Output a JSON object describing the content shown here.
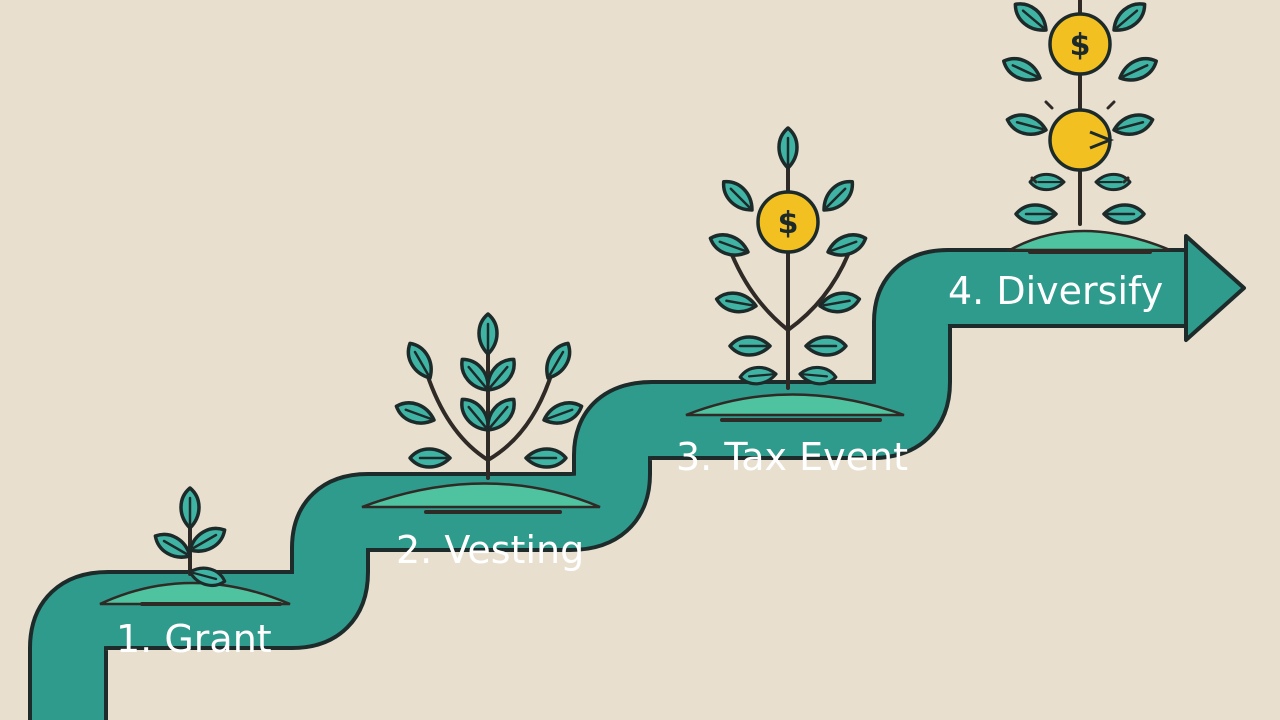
{
  "steps": [
    {
      "label": "1. Grant"
    },
    {
      "label": "2. Vesting"
    },
    {
      "label": "3. Tax Event"
    },
    {
      "label": "4. Diversify"
    }
  ],
  "coin_symbol": "$",
  "colors": {
    "background": "#e8dfcf",
    "path": "#2f9b8c",
    "path_outline": "#1e2b2b",
    "leaf": "#3fb4a4",
    "mound": "#4fc39f",
    "coin": "#f3c022"
  },
  "icons": [
    "sprout-icon",
    "sapling-icon",
    "money-plant-icon",
    "money-tree-icon",
    "arrow-right-icon"
  ]
}
